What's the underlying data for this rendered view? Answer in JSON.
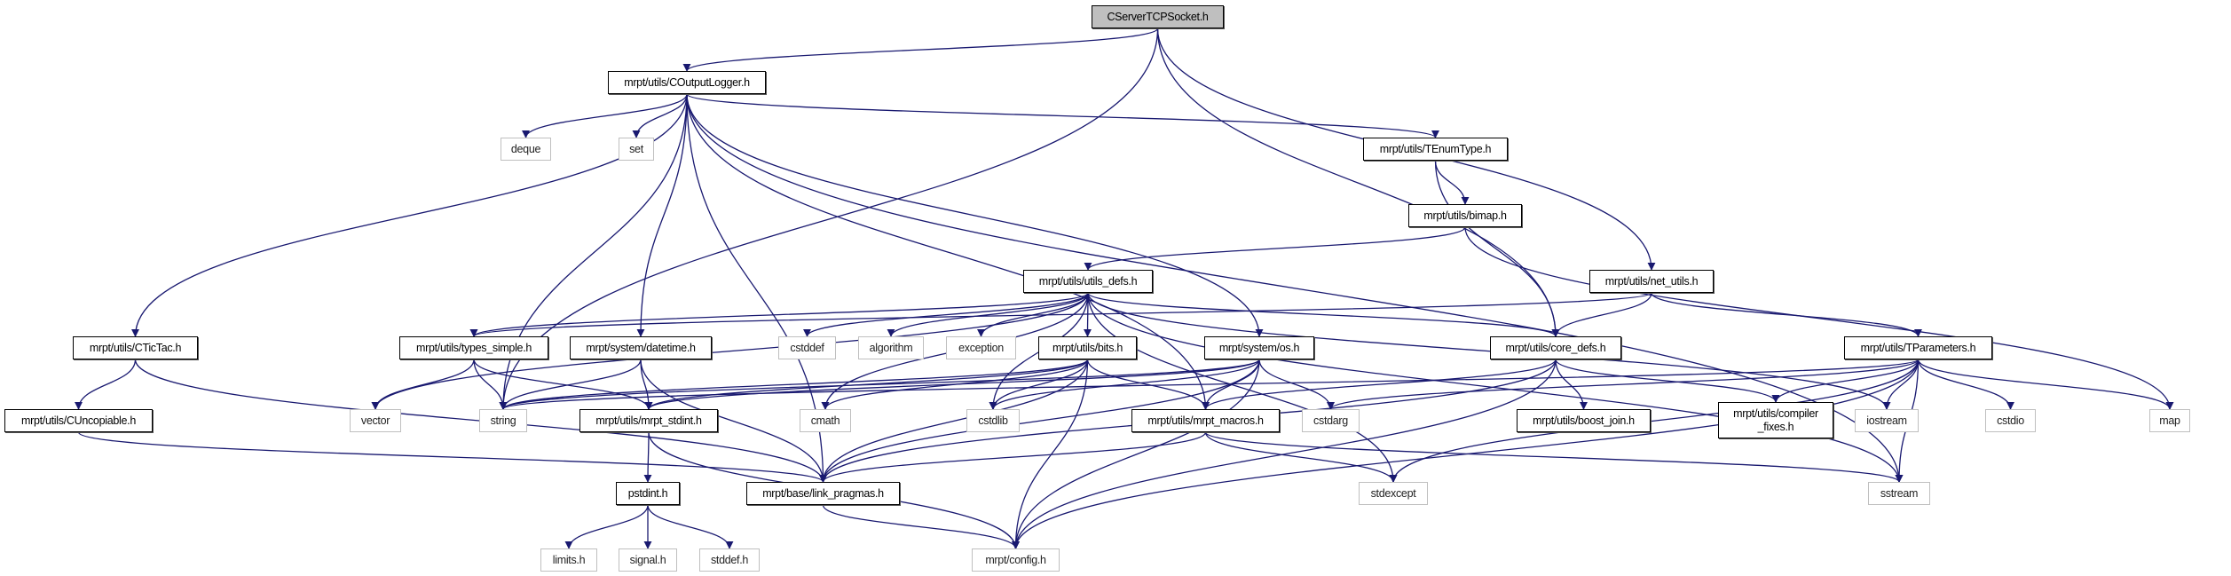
{
  "nodes": [
    {
      "id": "root",
      "label": "CServerTCPSocket.h",
      "kind": "root"
    },
    {
      "id": "logger",
      "label": "mrpt/utils/COutputLogger.h",
      "kind": "doc"
    },
    {
      "id": "deque",
      "label": "deque",
      "kind": "sys"
    },
    {
      "id": "set",
      "label": "set",
      "kind": "sys"
    },
    {
      "id": "tenum",
      "label": "mrpt/utils/TEnumType.h",
      "kind": "doc"
    },
    {
      "id": "bimap",
      "label": "mrpt/utils/bimap.h",
      "kind": "doc"
    },
    {
      "id": "utilsdefs",
      "label": "mrpt/utils/utils_defs.h",
      "kind": "doc"
    },
    {
      "id": "netutils",
      "label": "mrpt/utils/net_utils.h",
      "kind": "doc"
    },
    {
      "id": "tictac",
      "label": "mrpt/utils/CTicTac.h",
      "kind": "doc"
    },
    {
      "id": "types",
      "label": "mrpt/utils/types_simple.h",
      "kind": "doc"
    },
    {
      "id": "datetime",
      "label": "mrpt/system/datetime.h",
      "kind": "doc"
    },
    {
      "id": "cstddef",
      "label": "cstddef",
      "kind": "sys"
    },
    {
      "id": "algorithm",
      "label": "algorithm",
      "kind": "sys"
    },
    {
      "id": "exception",
      "label": "exception",
      "kind": "sys"
    },
    {
      "id": "bits",
      "label": "mrpt/utils/bits.h",
      "kind": "doc"
    },
    {
      "id": "os",
      "label": "mrpt/system/os.h",
      "kind": "doc"
    },
    {
      "id": "coredefs",
      "label": "mrpt/utils/core_defs.h",
      "kind": "doc"
    },
    {
      "id": "tparams",
      "label": "mrpt/utils/TParameters.h",
      "kind": "doc"
    },
    {
      "id": "uncopiable",
      "label": "mrpt/utils/CUncopiable.h",
      "kind": "doc"
    },
    {
      "id": "vector",
      "label": "vector",
      "kind": "sys"
    },
    {
      "id": "string",
      "label": "string",
      "kind": "sys"
    },
    {
      "id": "stdint",
      "label": "mrpt/utils/mrpt_stdint.h",
      "kind": "doc"
    },
    {
      "id": "cmath",
      "label": "cmath",
      "kind": "sys"
    },
    {
      "id": "cstdlib",
      "label": "cstdlib",
      "kind": "sys"
    },
    {
      "id": "macros",
      "label": "mrpt/utils/mrpt_macros.h",
      "kind": "doc"
    },
    {
      "id": "cstdarg",
      "label": "cstdarg",
      "kind": "sys"
    },
    {
      "id": "boostjoin",
      "label": "mrpt/utils/boost_join.h",
      "kind": "doc"
    },
    {
      "id": "compfix",
      "label": "mrpt/utils/compiler\n_fixes.h",
      "kind": "doc"
    },
    {
      "id": "iostream",
      "label": "iostream",
      "kind": "sys"
    },
    {
      "id": "cstdio",
      "label": "cstdio",
      "kind": "sys"
    },
    {
      "id": "map",
      "label": "map",
      "kind": "sys"
    },
    {
      "id": "pstdint",
      "label": "pstdint.h",
      "kind": "doc"
    },
    {
      "id": "linkprag",
      "label": "mrpt/base/link_pragmas.h",
      "kind": "doc"
    },
    {
      "id": "stdexcept",
      "label": "stdexcept",
      "kind": "sys"
    },
    {
      "id": "sstream",
      "label": "sstream",
      "kind": "sys"
    },
    {
      "id": "limits",
      "label": "limits.h",
      "kind": "sys"
    },
    {
      "id": "signal",
      "label": "signal.h",
      "kind": "sys"
    },
    {
      "id": "stddef",
      "label": "stddef.h",
      "kind": "sys"
    },
    {
      "id": "config",
      "label": "mrpt/config.h",
      "kind": "sys"
    }
  ],
  "edges": [
    [
      "root",
      "logger"
    ],
    [
      "root",
      "string"
    ],
    [
      "root",
      "coredefs"
    ],
    [
      "root",
      "netutils"
    ],
    [
      "logger",
      "tictac"
    ],
    [
      "logger",
      "linkprag"
    ],
    [
      "logger",
      "datetime"
    ],
    [
      "logger",
      "deque"
    ],
    [
      "logger",
      "set"
    ],
    [
      "logger",
      "string"
    ],
    [
      "logger",
      "os"
    ],
    [
      "logger",
      "macros"
    ],
    [
      "logger",
      "tenum"
    ],
    [
      "logger",
      "sstream"
    ],
    [
      "tictac",
      "uncopiable"
    ],
    [
      "tictac",
      "linkprag"
    ],
    [
      "uncopiable",
      "linkprag"
    ],
    [
      "tenum",
      "bimap"
    ],
    [
      "tenum",
      "coredefs"
    ],
    [
      "bimap",
      "utilsdefs"
    ],
    [
      "bimap",
      "map"
    ],
    [
      "utilsdefs",
      "types"
    ],
    [
      "utilsdefs",
      "vector"
    ],
    [
      "utilsdefs",
      "cstddef"
    ],
    [
      "utilsdefs",
      "algorithm"
    ],
    [
      "utilsdefs",
      "exception"
    ],
    [
      "utilsdefs",
      "bits"
    ],
    [
      "utilsdefs",
      "cmath"
    ],
    [
      "utilsdefs",
      "cstdlib"
    ],
    [
      "utilsdefs",
      "coredefs"
    ],
    [
      "utilsdefs",
      "iostream"
    ],
    [
      "utilsdefs",
      "sstream"
    ],
    [
      "utilsdefs",
      "stdexcept"
    ],
    [
      "netutils",
      "types"
    ],
    [
      "netutils",
      "coredefs"
    ],
    [
      "netutils",
      "tparams"
    ],
    [
      "types",
      "vector"
    ],
    [
      "types",
      "string"
    ],
    [
      "types",
      "stdint"
    ],
    [
      "datetime",
      "string"
    ],
    [
      "datetime",
      "stdint"
    ],
    [
      "datetime",
      "linkprag"
    ],
    [
      "bits",
      "string"
    ],
    [
      "bits",
      "stdint"
    ],
    [
      "bits",
      "cmath"
    ],
    [
      "bits",
      "linkprag"
    ],
    [
      "bits",
      "config"
    ],
    [
      "bits",
      "macros"
    ],
    [
      "bits",
      "cstdlib"
    ],
    [
      "os",
      "string"
    ],
    [
      "os",
      "stdint"
    ],
    [
      "os",
      "cstdlib"
    ],
    [
      "os",
      "linkprag"
    ],
    [
      "os",
      "config"
    ],
    [
      "os",
      "macros"
    ],
    [
      "os",
      "cstdarg"
    ],
    [
      "coredefs",
      "macros"
    ],
    [
      "coredefs",
      "linkprag"
    ],
    [
      "coredefs",
      "boostjoin"
    ],
    [
      "coredefs",
      "compfix"
    ],
    [
      "coredefs",
      "config"
    ],
    [
      "tparams",
      "string"
    ],
    [
      "tparams",
      "cstdarg"
    ],
    [
      "tparams",
      "compfix"
    ],
    [
      "tparams",
      "iostream"
    ],
    [
      "tparams",
      "cstdio"
    ],
    [
      "tparams",
      "map"
    ],
    [
      "tparams",
      "stdexcept"
    ],
    [
      "tparams",
      "sstream"
    ],
    [
      "tparams",
      "config"
    ],
    [
      "stdint",
      "pstdint"
    ],
    [
      "stdint",
      "config"
    ],
    [
      "pstdint",
      "limits"
    ],
    [
      "pstdint",
      "signal"
    ],
    [
      "pstdint",
      "stddef"
    ],
    [
      "macros",
      "linkprag"
    ],
    [
      "macros",
      "stdexcept"
    ],
    [
      "macros",
      "sstream"
    ],
    [
      "linkprag",
      "config"
    ]
  ],
  "colors": {
    "edge": "#191970",
    "root_fill": "#bfbfbf",
    "system_border": "#bfbfbf"
  }
}
